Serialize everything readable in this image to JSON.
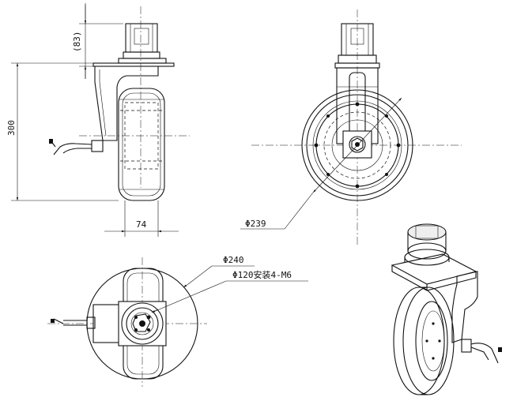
{
  "drawing": {
    "dimensions": {
      "flange_height": "(83)",
      "total_height": "300",
      "wheel_width": "74",
      "wheel_diameter": "Φ239",
      "hub_outer_diameter": "Φ240",
      "mount_pattern": "Φ120安装4-M6"
    }
  }
}
